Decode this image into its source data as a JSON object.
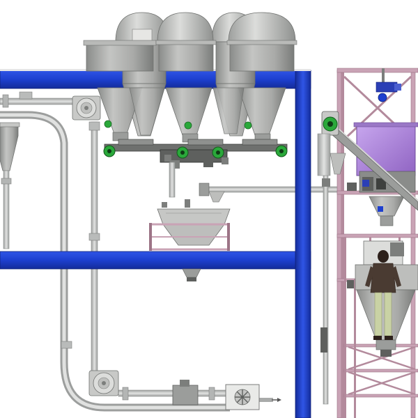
{
  "diagram": {
    "kind": "industrial powder handling plant (3D CAD rendering)",
    "components": [
      "hopper-1",
      "hopper-2",
      "hopper-3",
      "hopper-4",
      "screw-feeder-manifold",
      "mixing-vessel",
      "pneumatic-conveying-line",
      "centrifugal-blower-upper",
      "centrifugal-blower-lower",
      "rotary-valve",
      "blue-steel-frame",
      "tower-platform",
      "purple-bag-dump-hopper",
      "inclined-bucket-elevator",
      "operator-figure"
    ]
  },
  "colors": {
    "frame_blue": "#1d3fcf",
    "frame_blue_dark": "#142c9a",
    "tower_pink": "#c9a3b5",
    "tower_pink_dark": "#9c7486",
    "hopper_grey": "#a6a8a6",
    "hopper_light": "#d2d3d1",
    "hopper_dark": "#7c7e7c",
    "pipe_grey": "#c2c4c3",
    "pipe_dark": "#8d8f8e",
    "motor_green": "#2aa83a",
    "purple_hopper": "#b48de0",
    "purple_dark": "#7f55b0",
    "operator_jacket": "#4a3b32",
    "operator_pants": "#c9d2a4",
    "background": "#ffffff"
  }
}
